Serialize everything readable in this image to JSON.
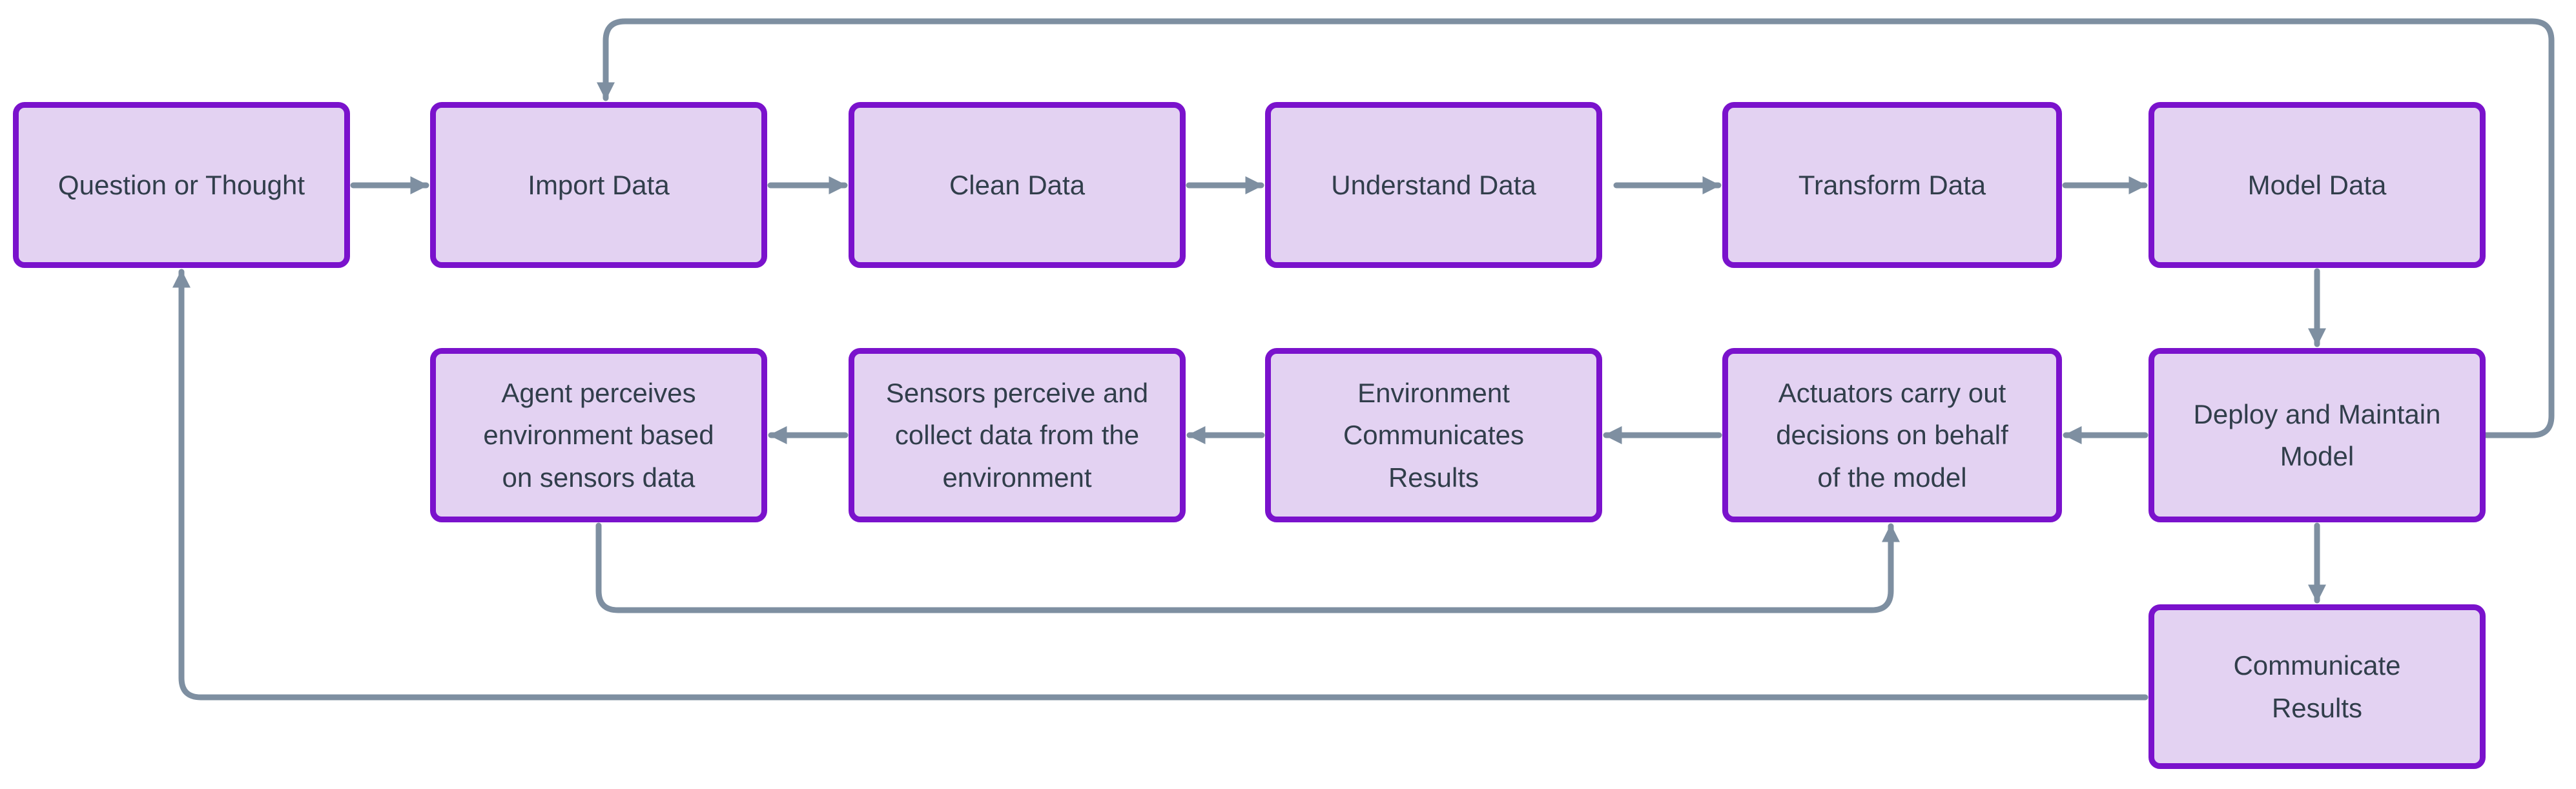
{
  "diagram": {
    "type": "flowchart",
    "background": "#ffffff",
    "colors": {
      "node_fill": "#e3d2f2",
      "node_border": "#7a12cc",
      "node_text": "#313e4b",
      "arrow": "#7e8fa1"
    },
    "nodes": [
      {
        "id": "question_or_thought",
        "label": "Question or Thought"
      },
      {
        "id": "import_data",
        "label": "Import Data"
      },
      {
        "id": "clean_data",
        "label": "Clean Data"
      },
      {
        "id": "understand_data",
        "label": "Understand Data"
      },
      {
        "id": "transform_data",
        "label": "Transform Data"
      },
      {
        "id": "model_data",
        "label": "Model Data"
      },
      {
        "id": "agent_perceives",
        "label": "Agent perceives\nenvironment based\non sensors data"
      },
      {
        "id": "sensors_perceive",
        "label": "Sensors perceive and\ncollect data from the\nenvironment"
      },
      {
        "id": "environment_communicates",
        "label": "Environment\nCommunicates\nResults"
      },
      {
        "id": "actuators_carry_out",
        "label": "Actuators carry out\ndecisions on behalf\nof the model"
      },
      {
        "id": "deploy_and_maintain",
        "label": "Deploy and Maintain\nModel"
      },
      {
        "id": "communicate_results",
        "label": "Communicate\nResults"
      }
    ],
    "edges": [
      {
        "from": "question_or_thought",
        "to": "import_data"
      },
      {
        "from": "import_data",
        "to": "clean_data"
      },
      {
        "from": "clean_data",
        "to": "understand_data"
      },
      {
        "from": "understand_data",
        "to": "transform_data"
      },
      {
        "from": "transform_data",
        "to": "model_data"
      },
      {
        "from": "model_data",
        "to": "deploy_and_maintain"
      },
      {
        "from": "deploy_and_maintain",
        "to": "import_data"
      },
      {
        "from": "deploy_and_maintain",
        "to": "actuators_carry_out"
      },
      {
        "from": "actuators_carry_out",
        "to": "environment_communicates"
      },
      {
        "from": "environment_communicates",
        "to": "sensors_perceive"
      },
      {
        "from": "sensors_perceive",
        "to": "agent_perceives"
      },
      {
        "from": "agent_perceives",
        "to": "actuators_carry_out"
      },
      {
        "from": "deploy_and_maintain",
        "to": "communicate_results"
      },
      {
        "from": "communicate_results",
        "to": "question_or_thought"
      }
    ]
  }
}
